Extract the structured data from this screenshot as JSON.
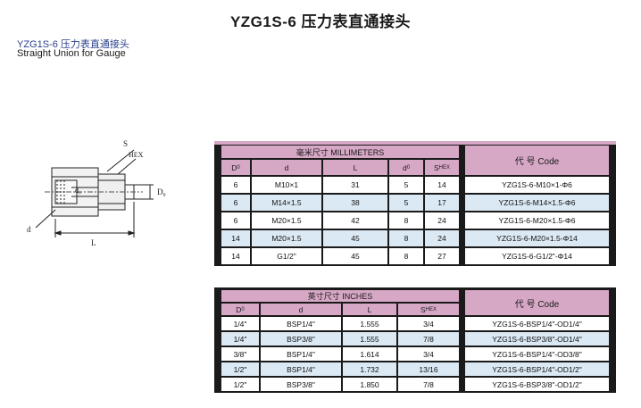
{
  "title": "YZG1S-6 压力表直通接头",
  "subtitle_cn": "YZG1S-6 压力表直通接头",
  "subtitle_en": "Straight Union for Gauge",
  "drawing": {
    "label_s": "S",
    "label_hex": "HEX",
    "label_d0": "d₀",
    "label_d": "d",
    "label_l": "L",
    "label_d0_side": "D₀"
  },
  "colors": {
    "header_pink": "#d7a7c6",
    "row_blue": "#dbe9f4",
    "table_black": "#1a1a1a"
  },
  "table1": {
    "group_header": "毫米尺寸 MILLIMETERS",
    "code_header": "代 号 Code",
    "columns": [
      "D₀",
      "d",
      "L",
      "d₀",
      "S_HEX"
    ],
    "rows": [
      [
        "6",
        "M10×1",
        "31",
        "5",
        "14",
        "YZG1S-6-M10×1-Φ6"
      ],
      [
        "6",
        "M14×1.5",
        "38",
        "5",
        "17",
        "YZG1S-6-M14×1.5-Φ6"
      ],
      [
        "6",
        "M20×1.5",
        "42",
        "8",
        "24",
        "YZG1S-6-M20×1.5-Φ6"
      ],
      [
        "14",
        "M20×1.5",
        "45",
        "8",
        "24",
        "YZG1S-6-M20×1.5-Φ14"
      ],
      [
        "14",
        "G1/2\"",
        "45",
        "8",
        "27",
        "YZG1S-6-G1/2\"-Φ14"
      ]
    ]
  },
  "table2": {
    "group_header": "英寸尺寸 INCHES",
    "code_header": "代 号 Code",
    "columns": [
      "D₀",
      "d",
      "L",
      "S_HEX"
    ],
    "rows": [
      [
        "1/4\"",
        "BSP1/4\"",
        "1.555",
        "3/4",
        "YZG1S-6-BSP1/4\"-OD1/4\""
      ],
      [
        "1/4\"",
        "BSP3/8\"",
        "1.555",
        "7/8",
        "YZG1S-6-BSP3/8\"-OD1/4\""
      ],
      [
        "3/8\"",
        "BSP1/4\"",
        "1.614",
        "3/4",
        "YZG1S-6-BSP1/4\"-OD3/8\""
      ],
      [
        "1/2\"",
        "BSP1/4\"",
        "1.732",
        "13/16",
        "YZG1S-6-BSP1/4\"-OD1/2\""
      ],
      [
        "1/2\"",
        "BSP3/8\"",
        "1.850",
        "7/8",
        "YZG1S-6-BSP3/8\"-OD1/2\""
      ]
    ]
  }
}
